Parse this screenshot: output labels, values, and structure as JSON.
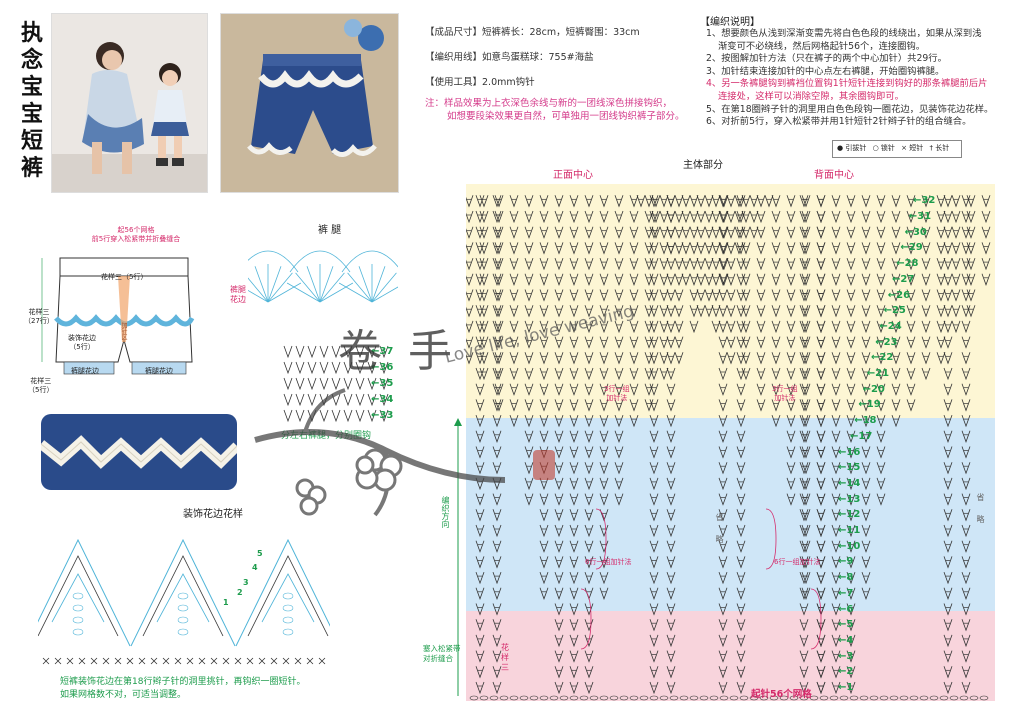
{
  "title": [
    "执",
    "念",
    "宝",
    "宝",
    "短",
    "裤"
  ],
  "info": {
    "size_label": "【成品尺寸】",
    "size_value": "短裤裤长：28cm，短裤臀围：33cm",
    "yarn_label": "【编织用线】",
    "yarn_value": "如意鸟蛋糕球：755#海盐",
    "tool_label": "【使用工具】",
    "tool_value": "2.0mm钩针",
    "note_line1": "注：样品效果为上衣深色余线与新的一团线深色拼接钩织，",
    "note_line2": "如想要段染效果更自然，可单独用一团线钩织裤子部分。"
  },
  "instructions": {
    "title": "【编织说明】",
    "items": [
      "1、想要颜色从浅到深渐变需先将白色色段的线绕出，如果从深到浅",
      "渐变可不必绕线，然后网格起针56个，连接圈钩。",
      "2、按图解加针方法（只在裤子的两个中心加针）共29行。",
      "3、加针结束连接加针的中心点左右裤腿，开始圈钩裤腿。",
      "4、另一条裤腿钩到裤裆位置钩1针短针连接到钩好的那条裤腿前后片",
      "连接处，这样可以消除空隙，其余圈钩即可。",
      "5、在第18圈辫子针的洞里用白色色段钩一圈花边，见装饰花边花样。",
      "6、对折前5行，穿入松紧带并用1针短针2针辫子针的组合缝合。"
    ]
  },
  "legend": [
    "引拔针",
    "锁针",
    "短针",
    "长针"
  ],
  "diagram": {
    "main_title": "主体部分",
    "front_center": "正面中心",
    "back_center": "背面中心",
    "row_labels": [
      "1",
      "2",
      "3",
      "4",
      "5",
      "6",
      "7",
      "8",
      "9",
      "10",
      "11",
      "12",
      "13",
      "14",
      "15",
      "16",
      "17",
      "18",
      "19",
      "20",
      "21",
      "22",
      "23",
      "24",
      "25",
      "26",
      "27",
      "28",
      "29",
      "30",
      "31",
      "32"
    ],
    "inc3": [
      "3行一组",
      "加针法"
    ],
    "inc6": [
      "6行一组加针法"
    ],
    "omit": "省略",
    "start_note": "起针56个网格",
    "knit_dir": "编织方向",
    "elastic_note": [
      "塞入松紧带",
      "对折缝合"
    ],
    "pattern3": [
      "花",
      "样",
      "三"
    ]
  },
  "shorts": {
    "top_note": [
      "起56个网格",
      "前5行穿入松紧带并折叠缝合"
    ],
    "pattern3_center": "花样三（5行）",
    "pattern3_left": [
      "花样三",
      "（27行）"
    ],
    "deco_edge": [
      "装饰花边",
      "（5行）"
    ],
    "crotch": "加针区",
    "pattern3_bottom": [
      "花样三",
      "（5行）"
    ],
    "leg_edge_left": "裤腿花边",
    "leg_edge_right": "裤腿花边"
  },
  "leg": {
    "title": "裤 腿",
    "edge_label": [
      "裤腿",
      "花边"
    ],
    "rows": [
      "37",
      "36",
      "35",
      "34",
      "33"
    ],
    "note": "分左右裤腿，分别圈钩"
  },
  "deco": {
    "title": "装饰花边花样",
    "nums": [
      "1",
      "2",
      "3",
      "4",
      "5"
    ],
    "footer1": "短裤装饰花边在第18行辫子针的洞里挑针，再钩织一圈短针。",
    "footer2": "如果网格数不对，可适当调整。"
  },
  "watermark": {
    "text": "卷 手",
    "sub": "Love life, love weaving"
  },
  "colors": {
    "band_yellow": "#fdf6d4",
    "band_blue": "#cfe6f7",
    "band_pink": "#f8d4dc",
    "accent_pink": "#d42a6a",
    "row_green": "#1d9c4c",
    "diagram_blue": "#4fb4d8",
    "navy": "#2e4a8a"
  }
}
